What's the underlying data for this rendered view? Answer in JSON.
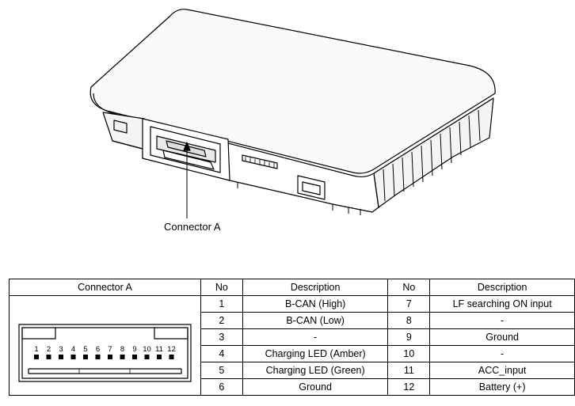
{
  "figure": {
    "callout_label": "Connector A"
  },
  "table": {
    "headers": [
      "Connector A",
      "No",
      "Description",
      "No",
      "Description"
    ],
    "rows": [
      {
        "no_left": "1",
        "desc_left": "B-CAN (High)",
        "no_right": "7",
        "desc_right": "LF searching ON input"
      },
      {
        "no_left": "2",
        "desc_left": "B-CAN (Low)",
        "no_right": "8",
        "desc_right": "-"
      },
      {
        "no_left": "3",
        "desc_left": "-",
        "no_right": "9",
        "desc_right": "Ground"
      },
      {
        "no_left": "4",
        "desc_left": "Charging LED (Amber)",
        "no_right": "10",
        "desc_right": "-"
      },
      {
        "no_left": "5",
        "desc_left": "Charging LED (Green)",
        "no_right": "11",
        "desc_right": "ACC_input"
      },
      {
        "no_left": "6",
        "desc_left": "Ground",
        "no_right": "12",
        "desc_right": "Battery (+)"
      }
    ]
  },
  "connector_pins": [
    "1",
    "2",
    "3",
    "4",
    "5",
    "6",
    "7",
    "8",
    "9",
    "10",
    "11",
    "12"
  ]
}
